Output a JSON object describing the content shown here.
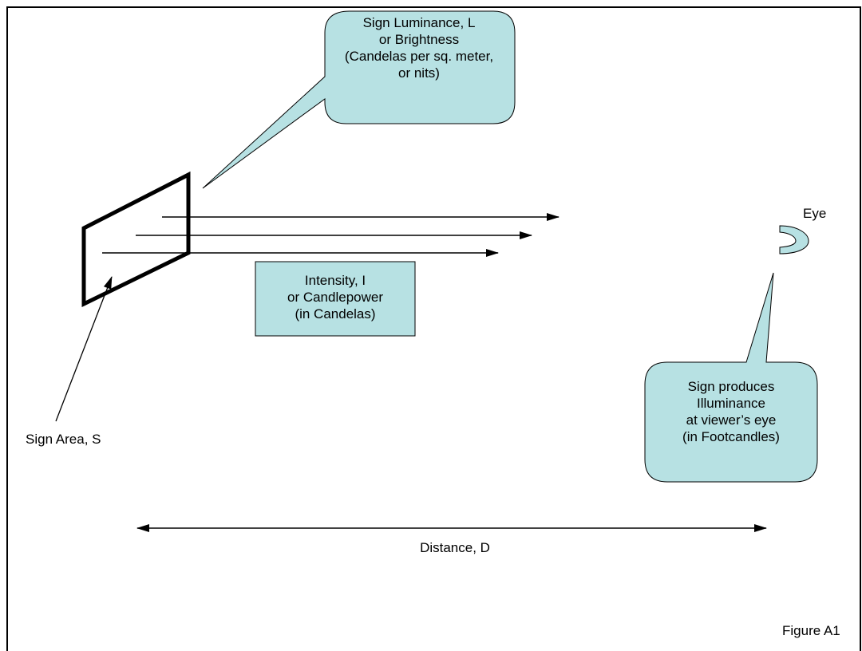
{
  "figure_label": "Figure A1",
  "callouts": {
    "luminance": [
      "Sign Luminance, L",
      "or Brightness",
      "(Candelas per sq. meter,",
      "or nits)"
    ],
    "intensity": [
      "Intensity, I",
      "or Candlepower",
      "(in Candelas)"
    ],
    "illuminance": [
      "Sign produces",
      "Illuminance",
      "at viewer’s eye",
      "(in Footcandles)"
    ]
  },
  "labels": {
    "sign_area": "Sign Area, S",
    "eye": "Eye",
    "distance": "Distance, D"
  },
  "colors": {
    "callout_fill": "#b7e1e3",
    "stroke": "#000000"
  }
}
